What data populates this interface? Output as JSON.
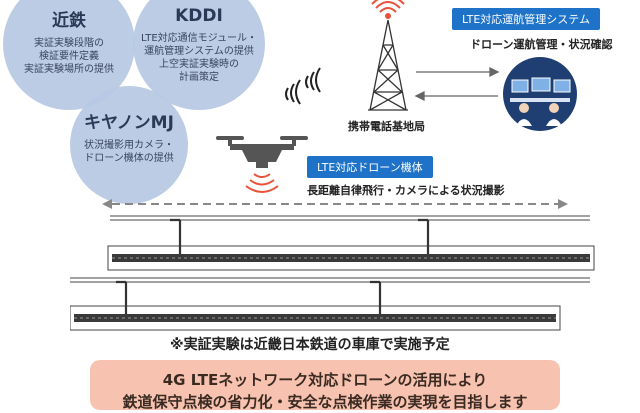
{
  "partners": [
    {
      "name": "近鉄",
      "lines": [
        "実証実験段階の",
        "検証要件定義",
        "実証実験場所の提供"
      ]
    },
    {
      "name": "KDDI",
      "lines": [
        "LTE対応通信モジュール・",
        "運航管理システムの提供",
        "上空実証実験時の",
        "計画策定"
      ]
    },
    {
      "name": "キヤノンMJ",
      "lines": [
        "状況撮影用カメラ・",
        "ドローン機体の提供"
      ]
    }
  ],
  "system": {
    "label": "LTE対応運航管理システム",
    "desc": "ドローン運航管理・状況確認"
  },
  "base_station": {
    "label": "携帯電話基地局"
  },
  "drone": {
    "label": "LTE対応ドローン機体",
    "desc": "長距離自律飛行・カメラによる状況撮影"
  },
  "note": "※実証実験は近畿日本鉄道の車庫で実施予定",
  "banner": {
    "line1": "4G LTEネットワーク対応ドローンの活用により",
    "line2": "鉄道保守点検の省力化・安全な点検作業の実現を目指します"
  },
  "colors": {
    "accent": "#1e73c8",
    "circle": "#b7c9e4",
    "banner": "#f7c3b0",
    "signal": "#e8523a"
  }
}
